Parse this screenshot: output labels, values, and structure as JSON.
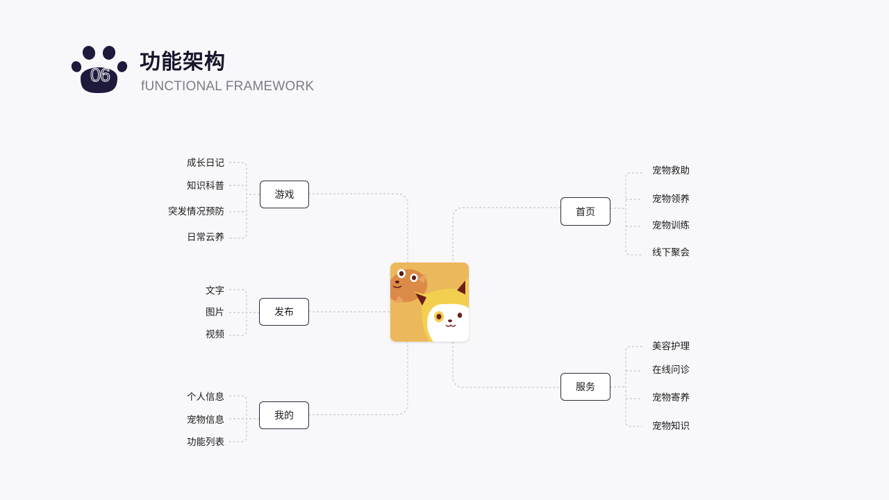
{
  "header": {
    "badge_number": "06",
    "title": "功能架构",
    "subtitle": "fUNCTIONAL FRAMEWORK"
  },
  "colors": {
    "paw": "#1d1a3c",
    "app_bg": "#ecb85c",
    "line": "#b8b8c0"
  },
  "branches": {
    "youxi": {
      "label": "游戏",
      "items": [
        "成长日记",
        "知识科普",
        "突发情况预防",
        "日常云养"
      ]
    },
    "fabu": {
      "label": "发布",
      "items": [
        "文字",
        "图片",
        "视频"
      ]
    },
    "wode": {
      "label": "我的",
      "items": [
        "个人信息",
        "宠物信息",
        "功能列表"
      ]
    },
    "shouye": {
      "label": "首页",
      "items": [
        "宠物救助",
        "宠物领养",
        "宠物训练",
        "线下聚会"
      ]
    },
    "fuwu": {
      "label": "服务",
      "items": [
        "美容护理",
        "在线问诊",
        "宠物寄养",
        "宠物知识"
      ]
    }
  }
}
